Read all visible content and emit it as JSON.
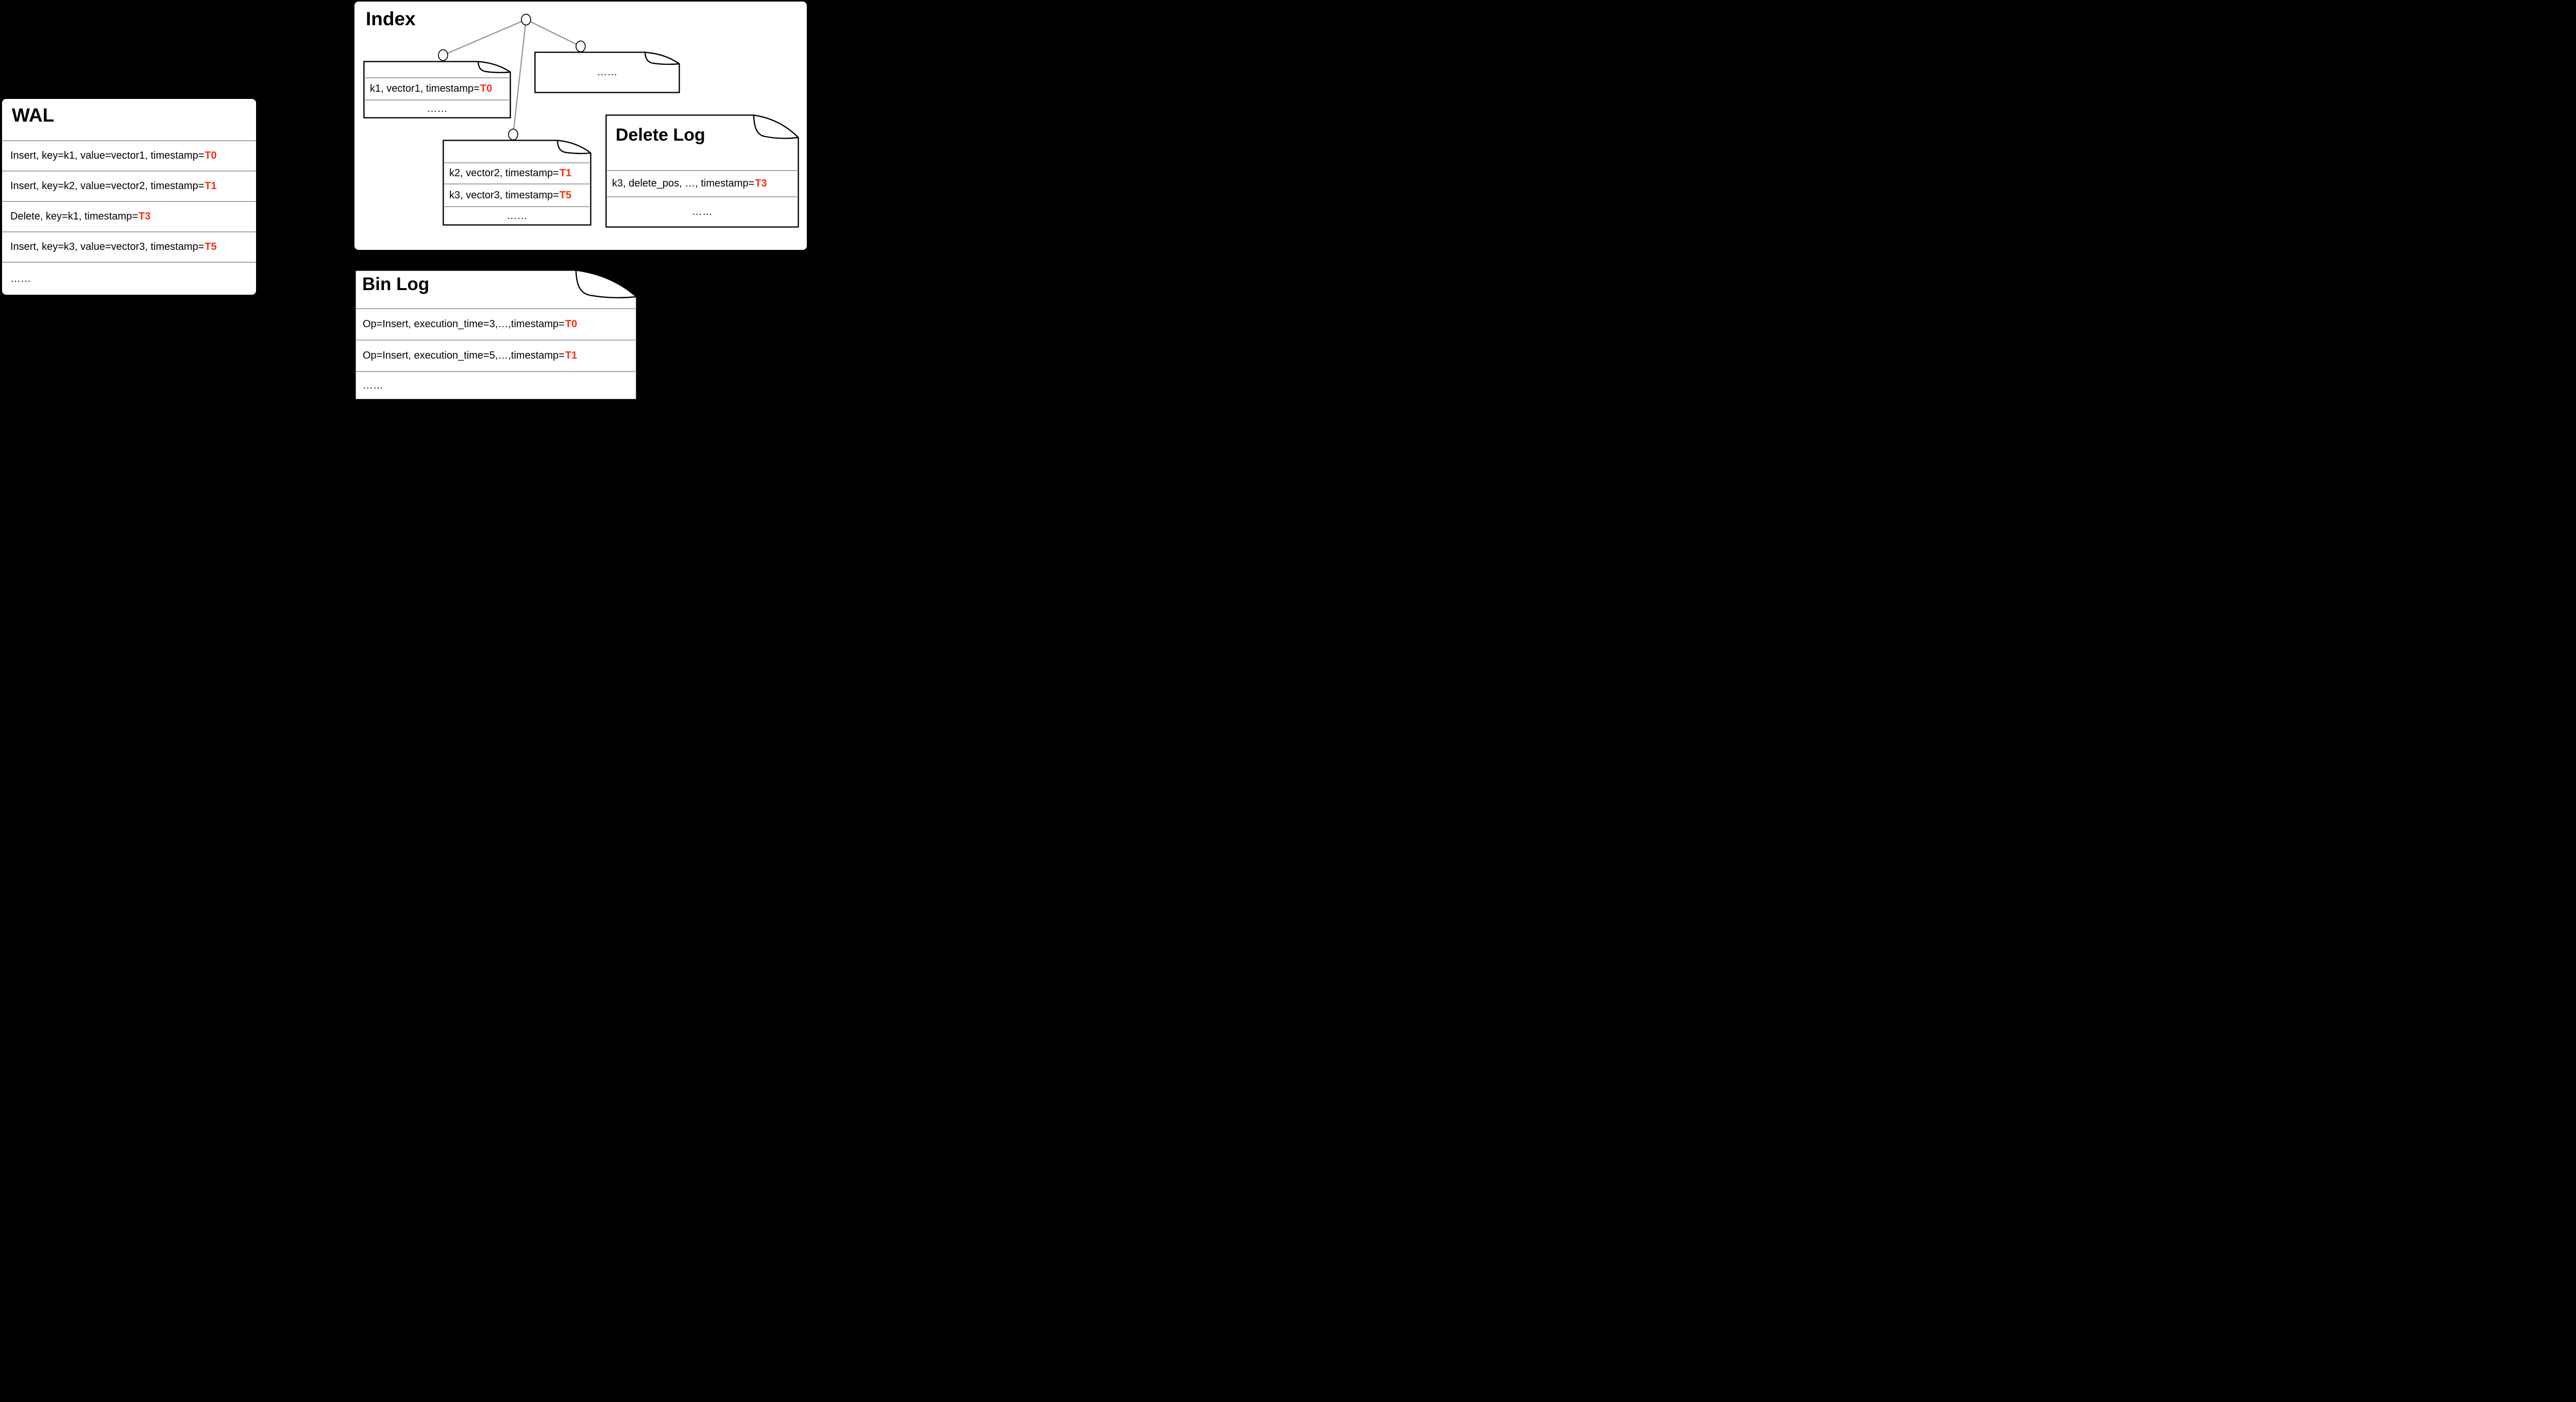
{
  "colors": {
    "background": "#000000",
    "panel": "#ffffff",
    "text": "#000000",
    "timestamp_red": "#ff2b0e",
    "divider": "#a8a8a8",
    "tree_edge": "#9a9a9a"
  },
  "wal": {
    "title": "WAL",
    "rows": [
      {
        "text": "Insert, key=k1, value=vector1, timestamp=",
        "timestamp": "T0"
      },
      {
        "text": "Insert, key=k2, value=vector2, timestamp=",
        "timestamp": "T1"
      },
      {
        "text": "Delete, key=k1, timestamp=",
        "timestamp": "T3"
      },
      {
        "text": "Insert, key=k3, value=vector3, timestamp=",
        "timestamp": "T5"
      },
      {
        "text": "……",
        "timestamp": ""
      }
    ]
  },
  "index": {
    "title": "Index",
    "pages": [
      {
        "name": "segment-k1",
        "rows": [
          {
            "text": "k1, vector1, timestamp=",
            "timestamp": "T0"
          },
          {
            "text": "……",
            "timestamp": ""
          }
        ]
      },
      {
        "name": "segment-ellipsis",
        "rows": [
          {
            "text": "……",
            "timestamp": ""
          }
        ]
      },
      {
        "name": "segment-k2-k3",
        "rows": [
          {
            "text": "k2, vector2, timestamp=",
            "timestamp": "T1"
          },
          {
            "text": "k3, vector3, timestamp=",
            "timestamp": "T5"
          },
          {
            "text": "……",
            "timestamp": ""
          }
        ]
      }
    ]
  },
  "delete_log": {
    "title": "Delete Log",
    "rows": [
      {
        "text": "k3, delete_pos, …, timestamp=",
        "timestamp": "T3"
      },
      {
        "text": "……",
        "timestamp": ""
      }
    ]
  },
  "bin_log": {
    "title": "Bin Log",
    "rows": [
      {
        "text": "Op=Insert, execution_time=3,…,timestamp=",
        "timestamp": "T0"
      },
      {
        "text": "Op=Insert, execution_time=5,…,timestamp=",
        "timestamp": "T1"
      },
      {
        "text": "……",
        "timestamp": ""
      }
    ]
  }
}
